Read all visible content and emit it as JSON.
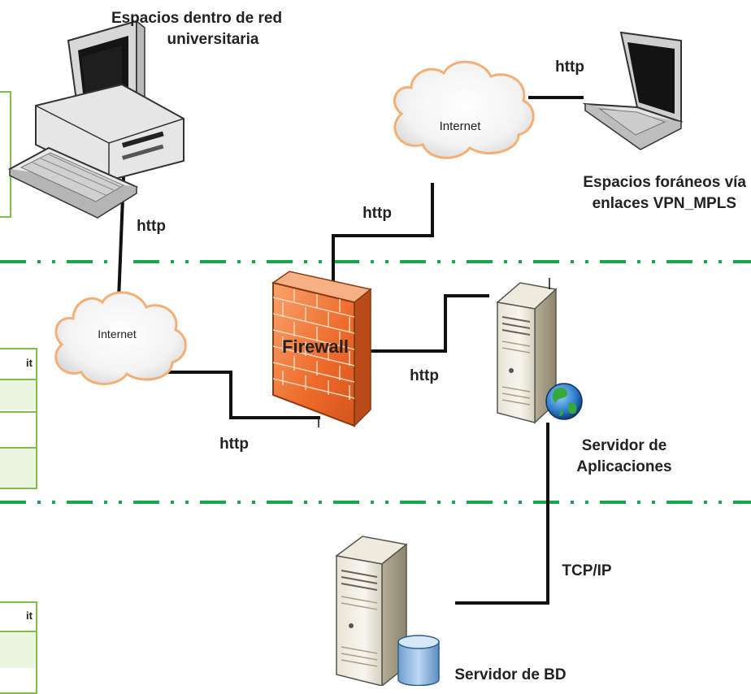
{
  "labels": {
    "campus_title_line1": "Espacios  dentro de red",
    "campus_title_line2": "universitaria",
    "http_laptop": "http",
    "remote_line1": "Espacios foráneos vía",
    "remote_line2": "enlaces VPN_MPLS",
    "http_firewall_up": "http",
    "http_campus": "http",
    "firewall": "Firewall",
    "http_to_app": "http",
    "http_bottom": "http",
    "app_server_line1": "Servidor de",
    "app_server_line2": "Aplicaciones",
    "tcpip": "TCP/IP",
    "db_server": "Servidor de BD",
    "cloud_left": "Internet",
    "cloud_right": "Internet",
    "side_box_mid": "it",
    "side_box_bottom": "it"
  },
  "colors": {
    "zone_separator": "#1aa64a",
    "connector": "#111111",
    "firewall_brick": "#f07a3c",
    "side_table_border": "#7fbf4a",
    "side_table_fill": "#ebf5e0"
  },
  "icons": [
    "desktop-computer-icon",
    "laptop-icon",
    "cloud-icon",
    "firewall-icon",
    "globe-icon",
    "database-icon",
    "server-icon"
  ]
}
